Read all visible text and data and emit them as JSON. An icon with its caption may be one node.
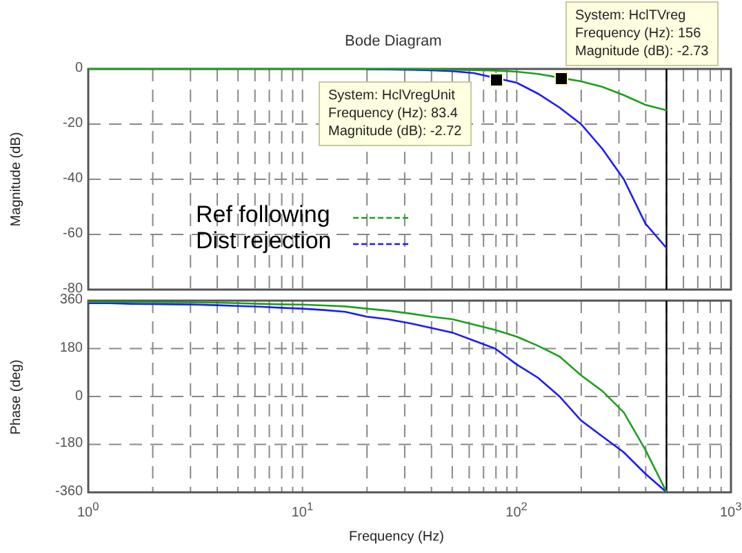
{
  "diagram": {
    "title": "Bode Diagram",
    "nodes": [
      {
        "text": [
          "System: HclTVreg",
          "Frequency (Hz): 156",
          "Magnitude (dB): -2.73"
        ]
      },
      {
        "text": [
          "System: HclVregUnit",
          "Frequency (Hz): 83.4",
          "Magnitude (dB): -2.72"
        ]
      }
    ],
    "legend": [
      {
        "text": "Ref following"
      },
      {
        "text": "Dist rejection"
      }
    ],
    "chart_data": [
      {
        "type": "line",
        "ylabel": "Magnitude (dB)",
        "grid": true,
        "categories": [
          null,
          null,
          null,
          null,
          null,
          null,
          null,
          null,
          null,
          null,
          null,
          null,
          null,
          null,
          null,
          null,
          null,
          null,
          null,
          null,
          null,
          null,
          null,
          null,
          null,
          null,
          null,
          null,
          null,
          null,
          null
        ],
        "series": [
          {
            "color": "#1aa01a",
            "values": [
              0,
              0,
              0,
              0,
              0,
              0,
              0,
              0,
              0,
              0,
              0,
              0,
              0,
              0,
              0,
              0,
              -0.1,
              -0.3,
              -0.4,
              -0.6,
              -1,
              -1.8,
              null,
              -4.5,
              -6.5,
              -9.5,
              -13,
              -15,
              null,
              null,
              null
            ]
          },
          {
            "color": "#1a1aff",
            "values": [
              null,
              null,
              null,
              null,
              null,
              null,
              null,
              null,
              null,
              null,
              null,
              null,
              null,
              -0.1,
              -0.2,
              -0.3,
              -0.5,
              -0.8,
              -1.5,
              null,
              -5,
              -9,
              -14,
              -20,
              -29,
              -40,
              -56,
              -65,
              null,
              null,
              null
            ]
          }
        ],
        "ylim": [
          -80,
          0
        ],
        "yticks": [
          0,
          -20,
          -40,
          -60,
          -80
        ]
      },
      {
        "type": "line",
        "xlabel": "Frequency  (Hz)",
        "ylabel": "Phase (deg)",
        "grid": true,
        "categories": [
          "10$^{0}$",
          null,
          null,
          null,
          null,
          null,
          null,
          null,
          null,
          null,
          "10$^{1}$",
          null,
          null,
          null,
          null,
          null,
          null,
          null,
          null,
          null,
          "10$^{2}$",
          null,
          null,
          null,
          null,
          null,
          null,
          null,
          null,
          null,
          "10$^{3}$"
        ],
        "series": [
          {
            "color": "#1aa01a",
            "values": [
              355,
              355,
              355,
              354,
              354,
              353,
              352,
              350,
              348,
              346,
              345,
              342,
              338,
              330,
              322,
              312,
              300,
              290,
              270,
              250,
              225,
              190,
              150,
              80,
              20,
              -60,
              -200,
              -360,
              null,
              null,
              null
            ]
          },
          {
            "color": "#1a1aff",
            "values": [
              350,
              350,
              348,
              347,
              346,
              345,
              343,
              340,
              337,
              333,
              330,
              325,
              318,
              300,
              290,
              275,
              258,
              240,
              210,
              180,
              120,
              70,
              0,
              -90,
              -150,
              -210,
              -290,
              -360,
              null,
              null,
              null
            ]
          }
        ],
        "ylim": [
          -360,
          360
        ],
        "yticks": [
          360,
          180,
          0,
          -180,
          -360
        ]
      }
    ]
  }
}
